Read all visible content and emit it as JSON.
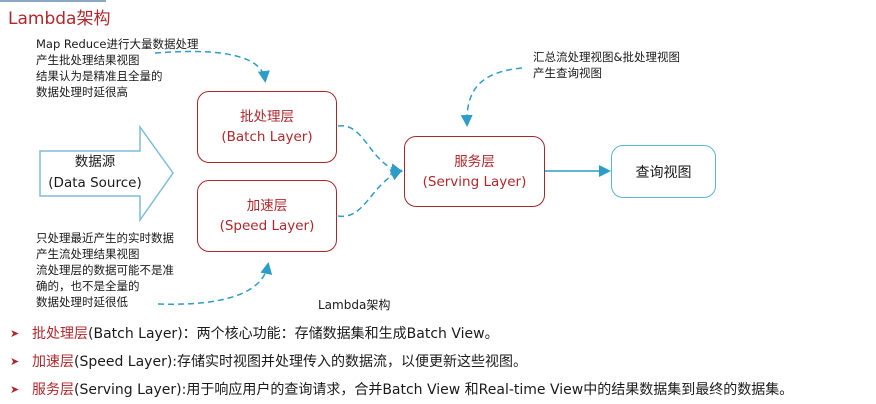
{
  "title": "Lambda架构",
  "annotations": {
    "batch_note": [
      "Map Reduce进行大量数据处理",
      "产生批处理结果视图",
      "结果认为是精准且全量的",
      "数据处理时延很高"
    ],
    "speed_note": [
      "只处理最近产生的实时数据",
      "产生流处理结果视图",
      "流处理层的数据可能不是准",
      "确的，也不是全量的",
      "数据处理时延很低"
    ],
    "serving_note": [
      "汇总流处理视图&批处理视图",
      "产生查询视图"
    ]
  },
  "nodes": {
    "data_source": {
      "label": "数据源",
      "sub": "(Data Source)"
    },
    "batch": {
      "label": "批处理层",
      "sub": "(Batch Layer)"
    },
    "speed": {
      "label": "加速层",
      "sub": "(Speed Layer)"
    },
    "serving": {
      "label": "服务层",
      "sub": "(Serving Layer)"
    },
    "query": {
      "label": "查询视图"
    }
  },
  "caption": "Lambda架构",
  "bullets": [
    {
      "term": "批处理层",
      "text": "(Batch Layer)：两个核心功能：存储数据集和生成Batch View。"
    },
    {
      "term": "加速层",
      "text": "(Speed Layer):存储实时视图并处理传入的数据流，以便更新这些视图。"
    },
    {
      "term": "服务层",
      "text": "(Serving Layer):用于响应用户的查询请求，合并Batch View 和Real-time View中的结果数据集到最终的数据集。"
    }
  ],
  "colors": {
    "accent_red": "#b0282c",
    "arrow_blue": "#2e9cc8",
    "source_outline": "#7fbcd9"
  }
}
